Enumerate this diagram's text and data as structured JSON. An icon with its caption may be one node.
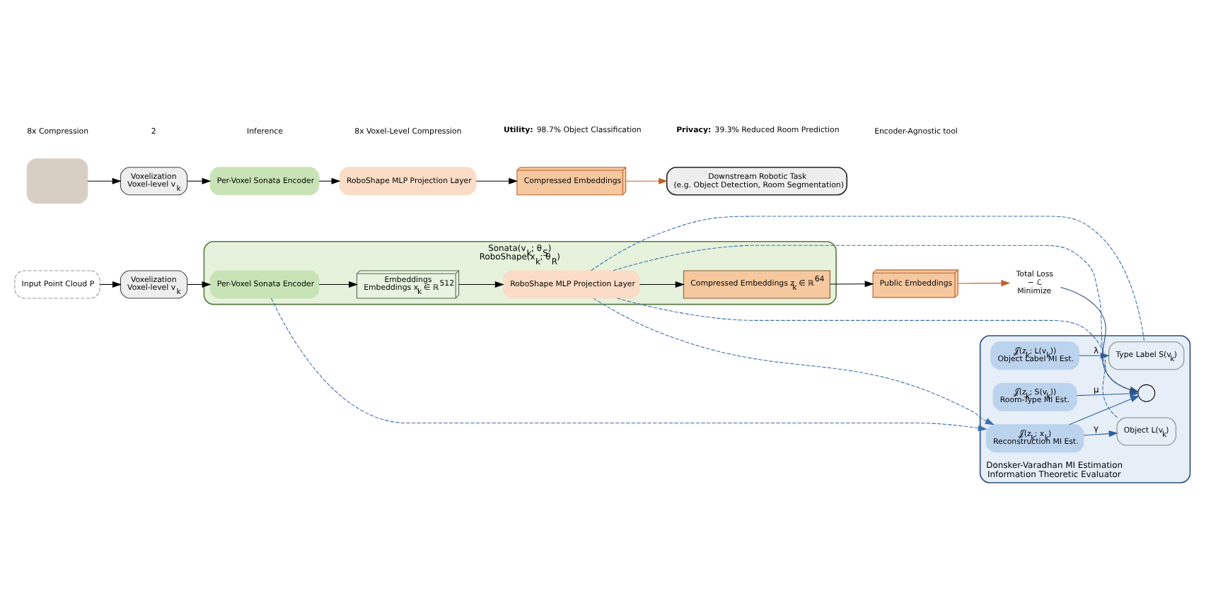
{
  "diagram": {
    "nodes": [
      {
        "text": [
          "Input Point Cloud P"
        ]
      },
      {
        "text": [
          "Voxelization",
          "Voxel-level v$_{k}$"
        ]
      },
      {
        "text": [
          "Sonata(v$_{k}$; θ$_{S}$)",
          "RoboShape(x$_{k}$; θ$_{R}$)"
        ]
      },
      {
        "text": [
          "Per-Voxel Sonata Encoder"
        ],
        "in": 2
      },
      {
        "text": [
          "Embeddings",
          "Embeddings x$_{k}$ ∈ ℝ$^{512}$"
        ],
        "in": 2
      },
      {
        "text": [
          "RoboShape MLP Projection Layer"
        ],
        "in": 2
      },
      {
        "text": [
          "Compressed Embeddings z$_{k}$ ∈ ℝ$^{64}$"
        ],
        "in": 2
      },
      {
        "text": [
          "Public Embeddings"
        ]
      },
      {
        "text": [
          "Donsker-Varadhan MI Estimation",
          "Information Theoretic Evaluator"
        ]
      },
      {
        "text": [
          "𝒥(z$_{k}$; x$_{k}$)",
          "Reconstruction MI Est."
        ],
        "in": 8
      },
      {
        "text": [
          "Object L(v$_{k}$)"
        ],
        "in": 8
      },
      {
        "text": [
          "𝒥(z$_{k}$; L(v$_{k}$))",
          "Object Label MI Est."
        ],
        "in": 8
      },
      {
        "text": [
          "Type Label S(v$_{k}$)"
        ],
        "in": 8
      },
      {
        "text": [
          "𝒥(z$_{k}$; S(v$_{k}$))",
          "Room-Type MI Est."
        ],
        "in": 8
      },
      {
        "text": [],
        "shape": "circle",
        "in": 8
      },
      {
        "text": [
          "Total Loss",
          "− ℒ",
          "Minimize"
        ]
      },
      {
        "text": [],
        "shape": "box"
      },
      {
        "text": [
          "Voxelization",
          "Voxel-level v$_{k}$"
        ]
      },
      {
        "text": [
          "Per-Voxel Sonata Encoder"
        ]
      },
      {
        "text": [
          "RoboShape MLP Projection Layer"
        ]
      },
      {
        "text": [
          "Compressed Embeddings"
        ]
      },
      {
        "text": [
          "Downstream Robotic Task",
          "(e.g. Object Detection, Room Segmentation)"
        ]
      }
    ],
    "edges": [
      {
        "from": 0,
        "to": 1,
        "arrow": "to"
      },
      {
        "from": 1,
        "to": 3,
        "arrow": "to"
      },
      {
        "from": 3,
        "to": 4,
        "arrow": "to"
      },
      {
        "from": 4,
        "to": 5,
        "arrow": "to"
      },
      {
        "from": 5,
        "to": 6,
        "arrow": "to"
      },
      {
        "from": 6,
        "to": 7,
        "arrow": "to"
      },
      {
        "from": 7,
        "to": 15,
        "arrow": "to",
        "color": "#c0622a"
      },
      {
        "from": 15,
        "to": 14,
        "arrow": "to",
        "color": "#2f4f7f"
      },
      {
        "from": 3,
        "to": 9,
        "arrow": "to",
        "style": "dashed",
        "color": "#3a6fb0"
      },
      {
        "from": 5,
        "to": 9,
        "arrow": "to",
        "style": "dashed",
        "color": "#3a6fb0"
      },
      {
        "from": 5,
        "to": 10,
        "arrow": "none",
        "style": "dashed",
        "color": "#3a6fb0"
      },
      {
        "from": 5,
        "to": 12,
        "arrow": "none",
        "style": "dashed",
        "color": "#3a6fb0"
      },
      {
        "from": 5,
        "to": 14,
        "arrow": "to",
        "style": "dashed",
        "color": "#3a6fb0"
      },
      {
        "from": 9,
        "to": 10,
        "label": "γ",
        "arrow": "to",
        "color": "#2f5f9f"
      },
      {
        "from": 11,
        "to": 12,
        "label": "λ",
        "arrow": "to",
        "color": "#2f5f9f"
      },
      {
        "from": 13,
        "to": 14,
        "label": "μ",
        "arrow": "to",
        "color": "#2f5f9f"
      },
      {
        "from": 9,
        "to": 14,
        "arrow": "to",
        "color": "#2f5f9f"
      },
      {
        "from": 16,
        "to": 17,
        "arrow": "to"
      },
      {
        "from": 17,
        "to": 18,
        "arrow": "to"
      },
      {
        "from": 18,
        "to": 19,
        "arrow": "to"
      },
      {
        "from": 19,
        "to": 20,
        "arrow": "to"
      },
      {
        "from": 20,
        "to": 21,
        "arrow": "to",
        "color": "#c0622a"
      }
    ],
    "labels": [
      "8x Compression",
      "2",
      "Inference",
      "8x Voxel-Level Compression",
      "**Utility:** 98.7% Object Classification",
      "**Privacy:** 39.3% Reduced Room Prediction",
      "Encoder-Agnostic tool"
    ]
  }
}
